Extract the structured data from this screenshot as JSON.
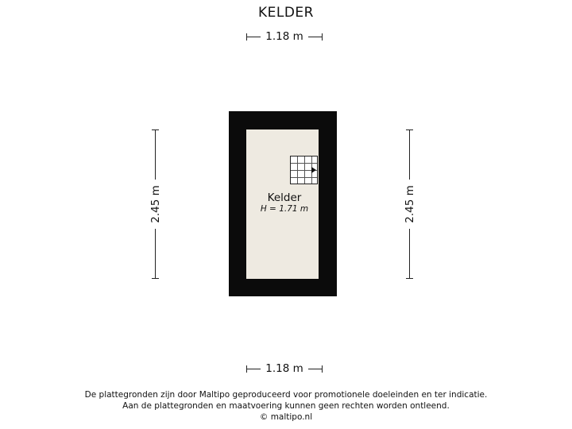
{
  "title": "KELDER",
  "dimensions": {
    "top": "1.18 m",
    "bottom": "1.18 m",
    "left": "2.45 m",
    "right": "2.45 m"
  },
  "room": {
    "name": "Kelder",
    "height": "H = 1.71 m"
  },
  "footer": {
    "line1": "De plattegronden zijn door Maltipo geproduceerd voor promotionele doeleinden en ter indicatie.",
    "line2": "Aan de plattegronden en maatvoering kunnen geen rechten worden ontleend.",
    "line3": "© maltipo.nl"
  },
  "colors": {
    "wall": "#0b0b0b",
    "floor": "#eeeae1"
  }
}
